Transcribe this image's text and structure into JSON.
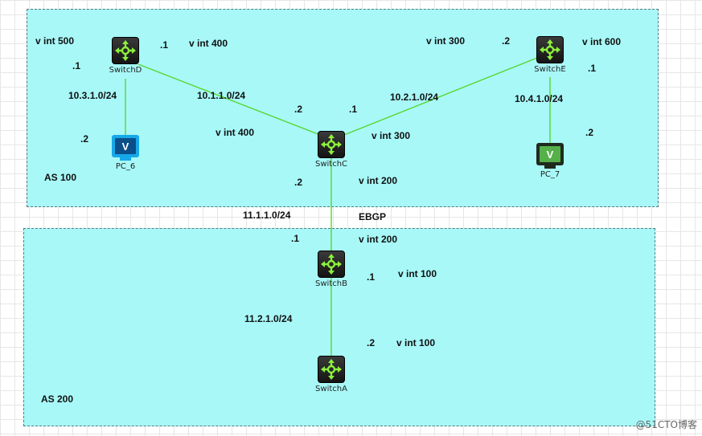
{
  "areas": {
    "top_label": "AS 100",
    "bottom_label": "AS 200",
    "ebgp_label": "EBGP"
  },
  "devices": {
    "switchD": "SwitchD",
    "switchE": "SwitchE",
    "switchC": "SwitchC",
    "switchB": "SwitchB",
    "switchA": "SwitchA",
    "pc6": "PC_6",
    "pc7": "PC_7",
    "pc_glyph": "V"
  },
  "interfaces": {
    "d_vint500": "v int 500",
    "d_vint400": "v int 400",
    "c_vint400": "v int 400",
    "c_vint300": "v int 300",
    "c_vint200": "v int 200",
    "e_vint300": "v int 300",
    "e_vint600": "v int 600",
    "b_vint200": "v int 200",
    "b_vint100": "v int 100",
    "a_vint100": "v int 100"
  },
  "networks": {
    "net_d_pc6": "10.3.1.0/24",
    "net_d_c": "10.1.1.0/24",
    "net_c_e": "10.2.1.0/24",
    "net_e_pc7": "10.4.1.0/24",
    "net_c_b": "11.1.1.0/24",
    "net_b_a": "11.2.1.0/24"
  },
  "addresses": {
    "d_to_pc6": ".1",
    "pc6": ".2",
    "d_to_c": ".1",
    "c_to_d": ".2",
    "c_to_e": ".1",
    "e_to_c": ".2",
    "e_to_pc7": ".1",
    "pc7": ".2",
    "c_to_b": ".2",
    "b_to_c": ".1",
    "b_to_a": ".1",
    "a_to_b": ".2"
  },
  "watermark": "@51CTO博客",
  "colors": {
    "area_fill": "#a8f8f8",
    "link": "#59d62e",
    "switch_arrows": "#8cf03c",
    "pc6_monitor": "#16a8e8",
    "pc7_monitor": "#1f2a1f",
    "pc7_screen": "#55b04a"
  },
  "icons": [
    "router-switch-icon",
    "pc-monitor-icon"
  ]
}
